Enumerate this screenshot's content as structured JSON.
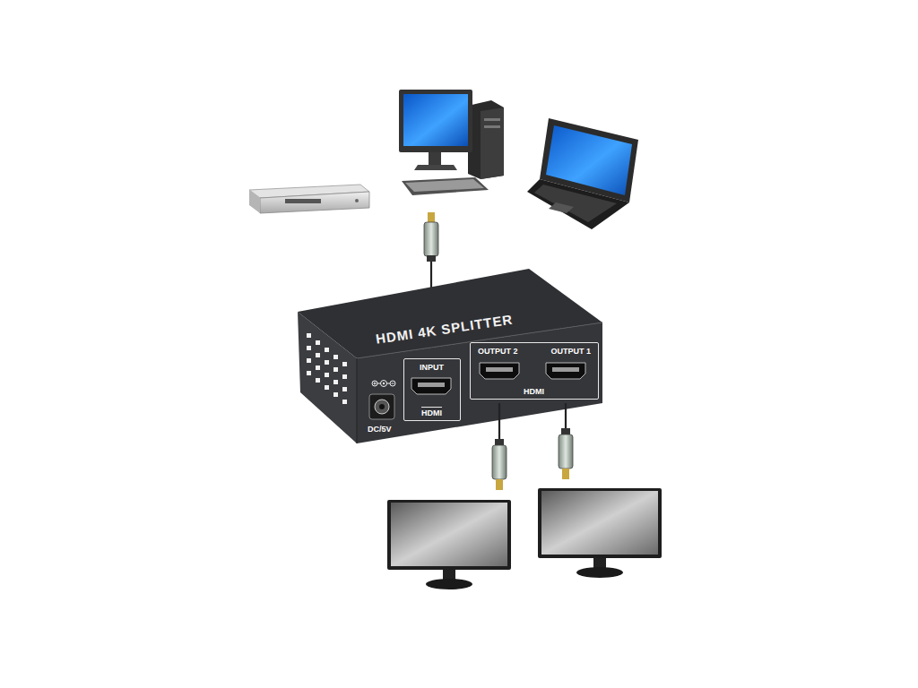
{
  "diagram": {
    "nodes": [
      {
        "text": [
          "HDMI 4K SPLITTER"
        ]
      },
      {
        "text": [
          "INPUT",
          "HDMI"
        ],
        "in": 0
      },
      {
        "text": [
          "OUTPUT 2",
          "OUTPUT 1",
          "HDMI"
        ],
        "in": 0
      }
    ],
    "labels": [
      "DC/5V"
    ]
  }
}
